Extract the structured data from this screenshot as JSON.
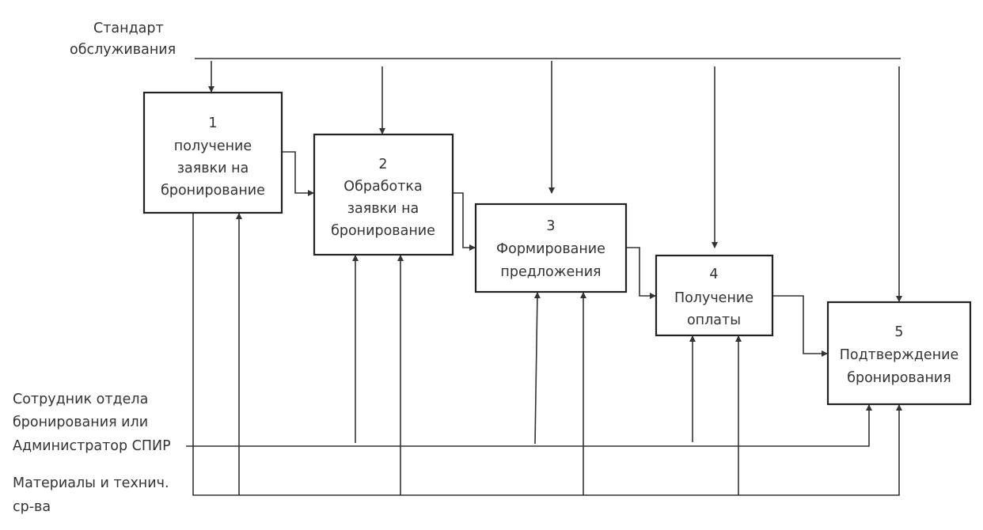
{
  "inputs": {
    "control": [
      "Стандарт",
      "обслуживания"
    ],
    "mechanism_staff": [
      "Сотрудник отдела",
      "бронирования или",
      "Администратор СПИР"
    ],
    "mechanism_materials": [
      "Материалы и технич.",
      "ср-ва"
    ]
  },
  "boxes": [
    {
      "number": "1",
      "lines": [
        "получение",
        "заявки на",
        "бронирование"
      ]
    },
    {
      "number": "2",
      "lines": [
        "Обработка",
        "заявки на",
        "бронирование"
      ]
    },
    {
      "number": "3",
      "lines": [
        "Формирование",
        "предложения"
      ]
    },
    {
      "number": "4",
      "lines": [
        "Получение",
        "оплаты"
      ]
    },
    {
      "number": "5",
      "lines": [
        "Подтверждение",
        "бронирования"
      ]
    }
  ]
}
